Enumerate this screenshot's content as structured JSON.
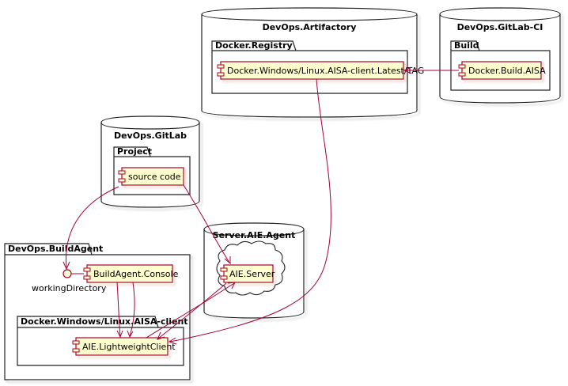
{
  "databases": {
    "artifactory": "DevOps.Artifactory",
    "gitlab_ci": "DevOps.GitLab-CI",
    "gitlab": "DevOps.GitLab",
    "agent_server": "Server.AIE.Agent"
  },
  "packages": {
    "docker_registry": "Docker.Registry",
    "build": "Build",
    "project": "Project",
    "build_agent": "DevOps.BuildAgent",
    "docker_client": "Docker.Windows/Linux.AISA-client"
  },
  "components": {
    "registry_image": "Docker.Windows/Linux.AISA-client.Latest/TAG",
    "docker_build": "Docker.Build.AISA",
    "source_code": "source code",
    "build_agent_console": "BuildAgent.Console",
    "aie_server": "AIE.Server",
    "lightweight_client": "AIE.LightweightClient"
  },
  "interfaces": {
    "working_directory": "workingDirectory"
  },
  "colors": {
    "component_fill": "#fefece",
    "component_border": "#a80036",
    "edge": "#a80036",
    "frame": "#222222"
  }
}
